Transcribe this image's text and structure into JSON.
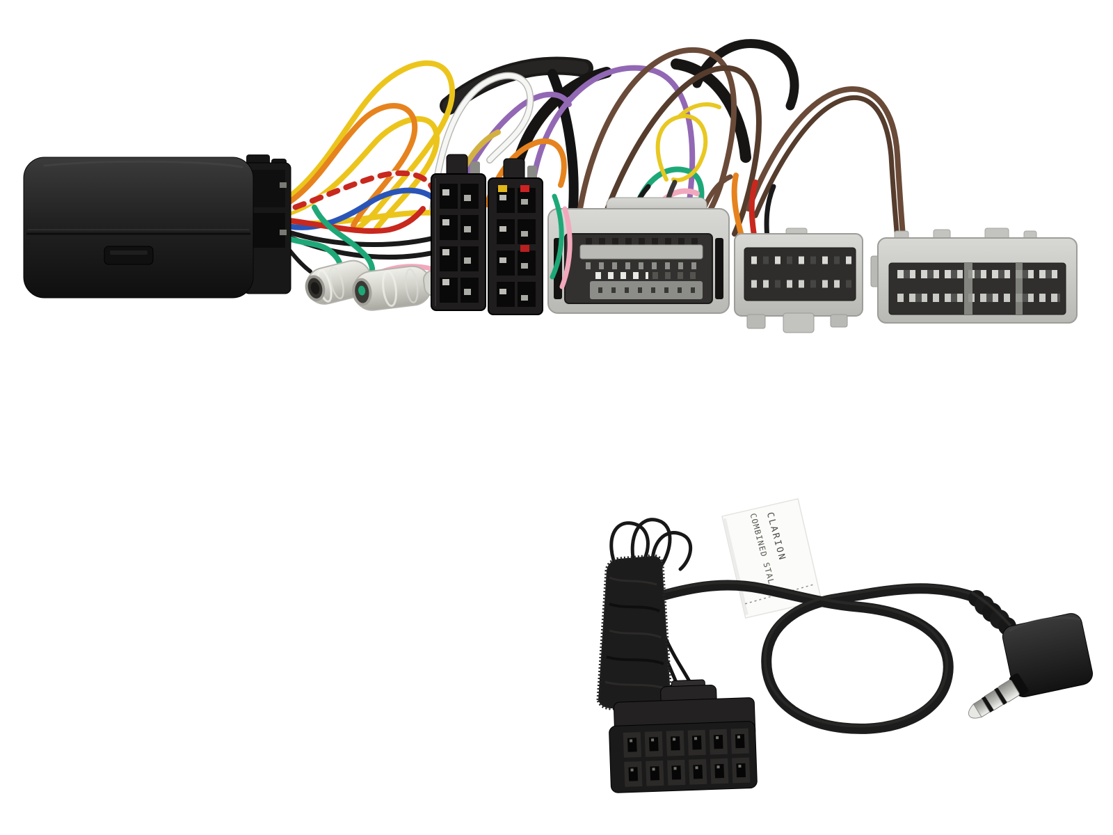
{
  "scene": {
    "type": "product-photo",
    "description": "Steering wheel control interface kit: black interface box with multicolour wiring harness, two black ISO connectors, three grey vehicle-specific connectors, bullet terminals, plus a separate Clarion patch lead with black 12-pin plug and right-angle 3.5mm jack",
    "background": "#ffffff"
  },
  "cable_label": {
    "line1": "CLARION",
    "line2": "COMBINED STAL"
  },
  "palette": {
    "wire_yellow": "#ecc51c",
    "wire_orange": "#e6831e",
    "wire_red": "#c8281e",
    "wire_blue": "#2a55b8",
    "wire_green": "#1ea878",
    "wire_pink": "#f2a8bc",
    "wire_purple": "#9268b4",
    "wire_brown": "#6a4a38",
    "wire_brown_dark": "#553c2c",
    "wire_white": "#f6f6f4",
    "wire_black": "#1a1a1a",
    "wire_khaki": "#d2b142",
    "tie_yellow": "#e8c822",
    "connector_grey": "#c9c9c6",
    "connector_black": "#1f1d1d",
    "metal_silver": "#d0d0cc",
    "cable_black": "#1c1c1c"
  },
  "components": [
    "interface-box",
    "wiring-harness",
    "bullet-terminals",
    "iso-connector-1",
    "iso-connector-2",
    "vehicle-connector-1",
    "vehicle-connector-2",
    "vehicle-connector-3",
    "velcro-wrap",
    "molex-12pin-connector",
    "cable-label",
    "right-angle-35mm-jack"
  ]
}
